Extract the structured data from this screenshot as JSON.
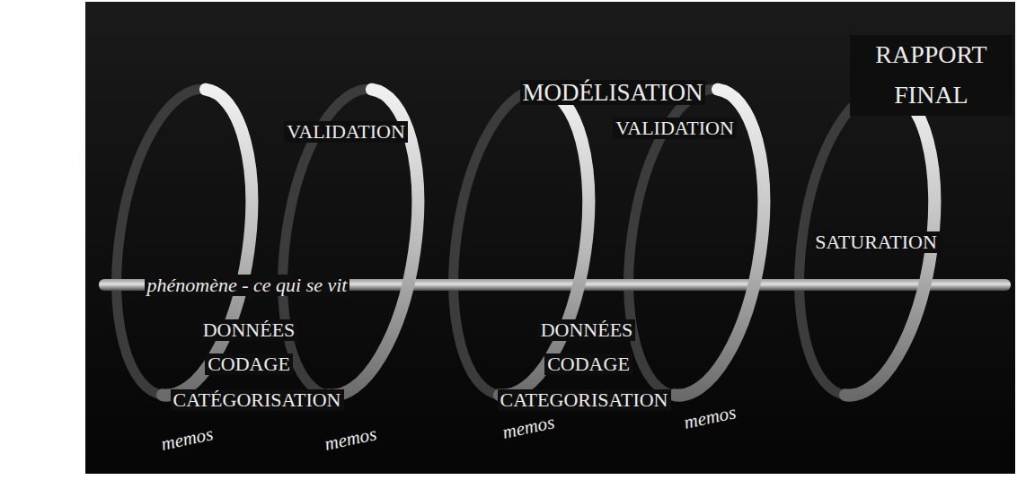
{
  "diagram": {
    "labels": [
      "MODÉLISATION",
      "RAPPORT FINAL",
      "VALIDATION",
      "VALIDATION",
      "SATURATION",
      "phénomène - ce qui se vit",
      "DONNÉES",
      "CODAGE",
      "CATÉGORISATION",
      "DONNÉES",
      "CODAGE",
      "CATEGORISATION",
      "memos",
      "memos",
      "memos",
      "memos"
    ]
  }
}
